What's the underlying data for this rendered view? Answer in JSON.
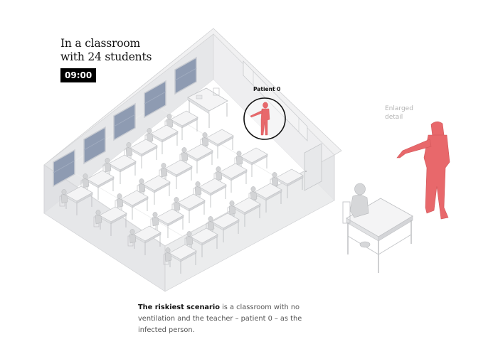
{
  "header": {
    "title_line1": "In a classroom",
    "title_line2": "with 24 students",
    "time": "09:00"
  },
  "scene": {
    "patient_label": "Patient 0",
    "enlarged_label_line1": "Enlarged",
    "enlarged_label_line2": "detail",
    "student_count": 24,
    "colors": {
      "infected": "#e8686b",
      "wall": "#e2e3e5",
      "window": "#8e9bb2",
      "floor": "#ffffff",
      "furniture": "#d8d9db"
    }
  },
  "caption": {
    "bold": "The riskiest scenario",
    "text": " is a classroom with no ventilation and the teacher – patient 0 – as the infected person."
  }
}
